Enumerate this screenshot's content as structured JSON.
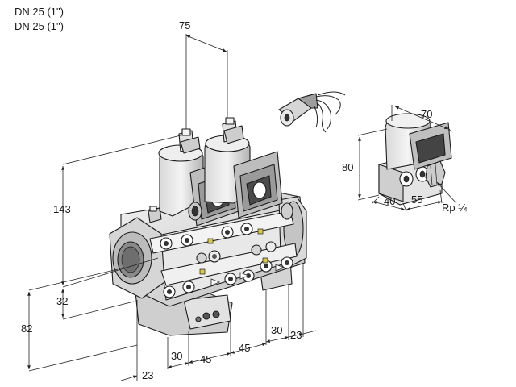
{
  "header": {
    "line1": "DN 25 (1\")",
    "line2": "DN 25 (1\")"
  },
  "dimensions": {
    "d75": "75",
    "d143": "143",
    "d32": "32",
    "d82": "82",
    "d23_bottom": "23",
    "d30_bottom": "30",
    "d45_a": "45",
    "d45_b": "45",
    "d30_right": "30",
    "d23_right": "23",
    "d70": "70",
    "d80": "80",
    "d40": "40",
    "d55": "55",
    "thread": "Rp ¼"
  },
  "colors": {
    "line": "#1c1c1c",
    "body_light": "#e6e6e6",
    "body_mid": "#c9c9c9",
    "body_dark": "#8d8d8d",
    "yellow_port": "#d8c84a"
  }
}
